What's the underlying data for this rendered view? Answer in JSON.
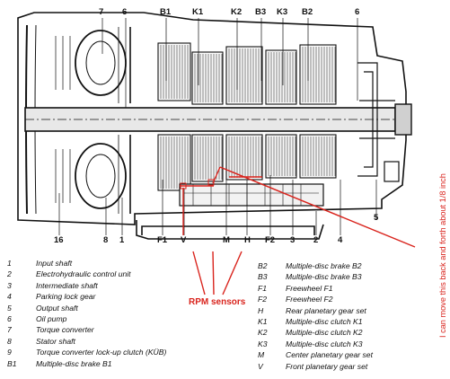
{
  "callouts_top": [
    "7",
    "6",
    "B1",
    "K1",
    "K2",
    "B3",
    "K3",
    "B2",
    "6"
  ],
  "callouts_bottom": [
    "16",
    "8",
    "1",
    "F1",
    "V",
    "M",
    "H",
    "F2",
    "3",
    "2",
    "4",
    "5"
  ],
  "legend_left": [
    {
      "key": "1",
      "text": "Input shaft"
    },
    {
      "key": "2",
      "text": "Electrohydraulic control unit"
    },
    {
      "key": "3",
      "text": "Intermediate shaft"
    },
    {
      "key": "4",
      "text": "Parking lock gear"
    },
    {
      "key": "5",
      "text": "Output shaft"
    },
    {
      "key": "6",
      "text": "Oil pump"
    },
    {
      "key": "7",
      "text": "Torque converter"
    },
    {
      "key": "8",
      "text": "Stator shaft"
    },
    {
      "key": "9",
      "text": "Torque converter lock-up clutch (KÜB)"
    },
    {
      "key": "B1",
      "text": "Multiple-disc brake B1"
    }
  ],
  "legend_right": [
    {
      "key": "B2",
      "text": "Multiple-disc brake B2"
    },
    {
      "key": "B3",
      "text": "Multiple-disc brake B3"
    },
    {
      "key": "F1",
      "text": "Freewheel F1"
    },
    {
      "key": "F2",
      "text": "Freewheel F2"
    },
    {
      "key": "H",
      "text": "Rear planetary gear set"
    },
    {
      "key": "K1",
      "text": "Multiple-disc clutch K1"
    },
    {
      "key": "K2",
      "text": "Multiple-disc clutch K2"
    },
    {
      "key": "K3",
      "text": "Multiple-disc clutch K3"
    },
    {
      "key": "M",
      "text": "Center planetary gear set"
    },
    {
      "key": "V",
      "text": "Front planetary gear set"
    }
  ],
  "annotations": {
    "rpm_sensors": "RPM sensors",
    "side_note": "I can move this back and forth about 1/8 inch"
  },
  "colors": {
    "ink": "#111111",
    "annotation": "#d9231c"
  }
}
